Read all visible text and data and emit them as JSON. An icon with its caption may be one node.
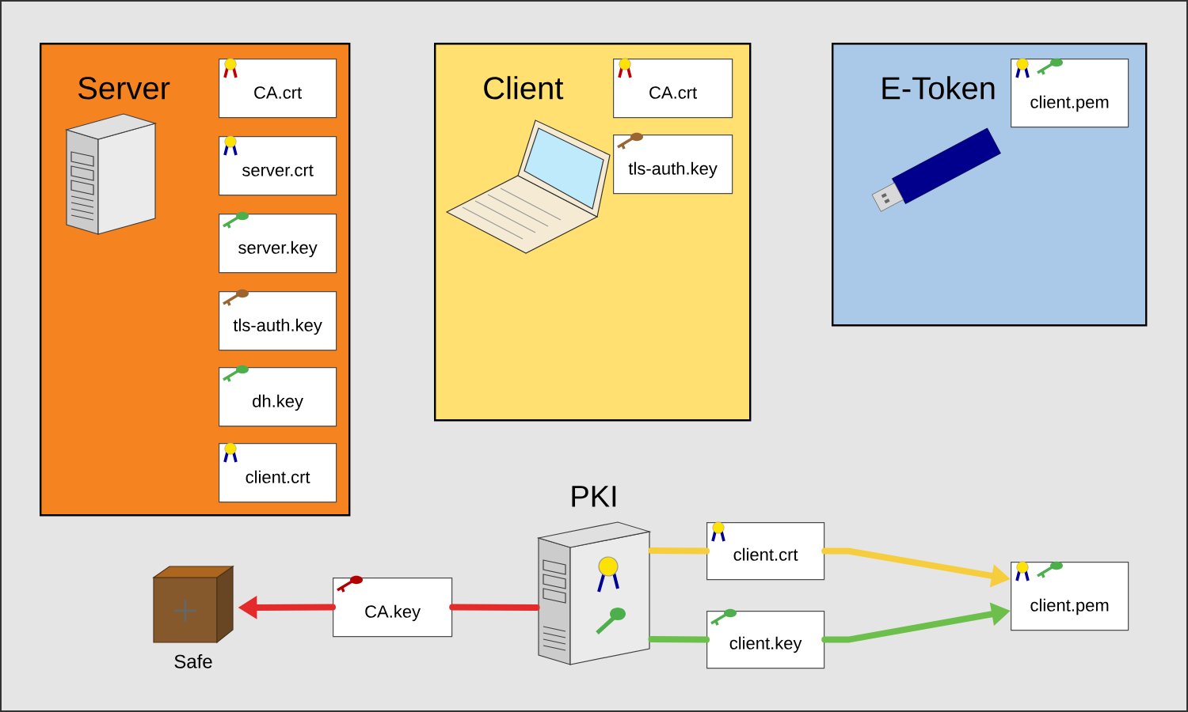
{
  "diagram": {
    "nodes": [
      {
        "text": [
          "Server"
        ]
      },
      {
        "text": [
          "CA.crt"
        ],
        "in": 0
      },
      {
        "text": [
          "server.crt"
        ],
        "in": 0
      },
      {
        "text": [
          "server.key"
        ],
        "in": 0
      },
      {
        "text": [
          "tls-auth.key"
        ],
        "in": 0
      },
      {
        "text": [
          "dh.key"
        ],
        "in": 0
      },
      {
        "text": [
          "client.crt"
        ],
        "in": 0
      },
      {
        "text": [
          "Client"
        ]
      },
      {
        "text": [
          "CA.crt"
        ],
        "in": 7
      },
      {
        "text": [
          "tls-auth.key"
        ],
        "in": 7
      },
      {
        "text": [
          "E-Token"
        ]
      },
      {
        "text": [
          "client.pem"
        ],
        "in": 10
      },
      {
        "text": [
          "PKI"
        ]
      },
      {
        "text": [
          "CA.key"
        ]
      },
      {
        "text": [
          "Safe"
        ]
      },
      {
        "text": [
          "client.crt"
        ]
      },
      {
        "text": [
          "client.key"
        ]
      },
      {
        "text": [
          "client.pem"
        ]
      }
    ],
    "edges": [
      {
        "from": 12,
        "to": 13,
        "arrow": "none",
        "color": "#e42b2b"
      },
      {
        "from": 13,
        "to": 14,
        "arrow": "to",
        "color": "#e42b2b"
      },
      {
        "from": 12,
        "to": 15,
        "arrow": "none",
        "color": "#f6cd3c"
      },
      {
        "from": 15,
        "to": 17,
        "arrow": "to",
        "color": "#f6cd3c"
      },
      {
        "from": 12,
        "to": 16,
        "arrow": "none",
        "color": "#6cbf4a"
      },
      {
        "from": 16,
        "to": 17,
        "arrow": "to",
        "color": "#6cbf4a"
      }
    ]
  }
}
